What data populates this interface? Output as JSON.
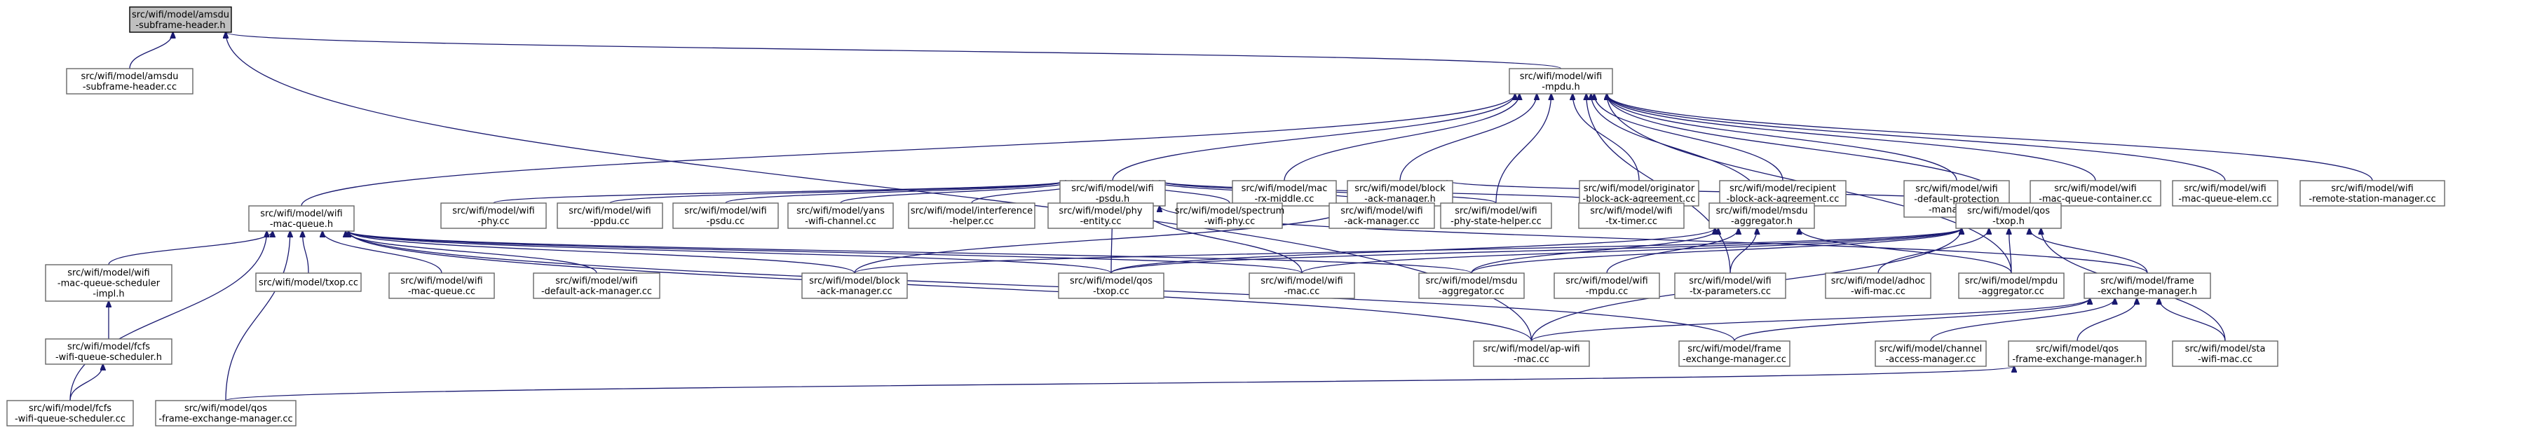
{
  "colors": {
    "edge": "#191970",
    "root_fill": "#bfbfbf",
    "node_fill": "#ffffff",
    "node_border": "#666666"
  },
  "nodes": [
    {
      "id": "n_amsdu_h",
      "label": [
        "src/wifi/model/amsdu",
        "-subframe-header.h"
      ]
    },
    {
      "id": "n_amsdu_cc",
      "label": [
        "src/wifi/model/amsdu",
        "-subframe-header.cc"
      ]
    },
    {
      "id": "n_mpdu_h",
      "label": [
        "src/wifi/model/wifi",
        "-mpdu.h"
      ]
    },
    {
      "id": "n_psdu_h",
      "label": [
        "src/wifi/model/wifi",
        "-psdu.h"
      ]
    },
    {
      "id": "n_mac_rx_middle",
      "label": [
        "src/wifi/model/mac",
        "-rx-middle.cc"
      ]
    },
    {
      "id": "n_block_ack_mgr_h",
      "label": [
        "src/wifi/model/block",
        "-ack-manager.h"
      ]
    },
    {
      "id": "n_originator",
      "label": [
        "src/wifi/model/originator",
        "-block-ack-agreement.cc"
      ]
    },
    {
      "id": "n_recipient",
      "label": [
        "src/wifi/model/recipient",
        "-block-ack-agreement.cc"
      ]
    },
    {
      "id": "n_default_protection",
      "label": [
        "src/wifi/model/wifi",
        "-default-protection",
        "-manager.cc"
      ]
    },
    {
      "id": "n_mac_queue_container",
      "label": [
        "src/wifi/model/wifi",
        "-mac-queue-container.cc"
      ]
    },
    {
      "id": "n_mac_queue_elem",
      "label": [
        "src/wifi/model/wifi",
        "-mac-queue-elem.cc"
      ]
    },
    {
      "id": "n_remote_station",
      "label": [
        "src/wifi/model/wifi",
        "-remote-station-manager.cc"
      ]
    },
    {
      "id": "n_mac_queue_h",
      "label": [
        "src/wifi/model/wifi",
        "-mac-queue.h"
      ]
    },
    {
      "id": "n_phy_cc",
      "label": [
        "src/wifi/model/wifi",
        "-phy.cc"
      ]
    },
    {
      "id": "n_ppdu_cc",
      "label": [
        "src/wifi/model/wifi",
        "-ppdu.cc"
      ]
    },
    {
      "id": "n_psdu_cc",
      "label": [
        "src/wifi/model/wifi",
        "-psdu.cc"
      ]
    },
    {
      "id": "n_yans",
      "label": [
        "src/wifi/model/yans",
        "-wifi-channel.cc"
      ]
    },
    {
      "id": "n_interference",
      "label": [
        "src/wifi/model/interference",
        "-helper.cc"
      ]
    },
    {
      "id": "n_phy_entity",
      "label": [
        "src/wifi/model/phy",
        "-entity.cc"
      ]
    },
    {
      "id": "n_spectrum",
      "label": [
        "src/wifi/model/spectrum",
        "-wifi-phy.cc"
      ]
    },
    {
      "id": "n_ack_mgr_cc",
      "label": [
        "src/wifi/model/wifi",
        "-ack-manager.cc"
      ]
    },
    {
      "id": "n_phy_state",
      "label": [
        "src/wifi/model/wifi",
        "-phy-state-helper.cc"
      ]
    },
    {
      "id": "n_tx_timer",
      "label": [
        "src/wifi/model/wifi",
        "-tx-timer.cc"
      ]
    },
    {
      "id": "n_msdu_agg_h",
      "label": [
        "src/wifi/model/msdu",
        "-aggregator.h"
      ]
    },
    {
      "id": "n_qos_txop_h",
      "label": [
        "src/wifi/model/qos",
        "-txop.h"
      ]
    },
    {
      "id": "n_mac_queue_sched_h",
      "label": [
        "src/wifi/model/wifi",
        "-mac-queue-scheduler",
        "-impl.h"
      ]
    },
    {
      "id": "n_txop_cc",
      "label": [
        "src/wifi/model/txop.cc"
      ]
    },
    {
      "id": "n_mac_queue_cc",
      "label": [
        "src/wifi/model/wifi",
        "-mac-queue.cc"
      ]
    },
    {
      "id": "n_default_ack",
      "label": [
        "src/wifi/model/wifi",
        "-default-ack-manager.cc"
      ]
    },
    {
      "id": "n_block_ack_cc",
      "label": [
        "src/wifi/model/block",
        "-ack-manager.cc"
      ]
    },
    {
      "id": "n_qos_txop_cc",
      "label": [
        "src/wifi/model/qos",
        "-txop.cc"
      ]
    },
    {
      "id": "n_wifi_mac_cc",
      "label": [
        "src/wifi/model/wifi",
        "-mac.cc"
      ]
    },
    {
      "id": "n_msdu_agg_cc",
      "label": [
        "src/wifi/model/msdu",
        "-aggregator.cc"
      ]
    },
    {
      "id": "n_wifi_mpdu_cc",
      "label": [
        "src/wifi/model/wifi",
        "-mpdu.cc"
      ]
    },
    {
      "id": "n_tx_params",
      "label": [
        "src/wifi/model/wifi",
        "-tx-parameters.cc"
      ]
    },
    {
      "id": "n_adhoc",
      "label": [
        "src/wifi/model/adhoc",
        "-wifi-mac.cc"
      ]
    },
    {
      "id": "n_mpdu_agg_cc",
      "label": [
        "src/wifi/model/mpdu",
        "-aggregator.cc"
      ]
    },
    {
      "id": "n_frame_exch_h",
      "label": [
        "src/wifi/model/frame",
        "-exchange-manager.h"
      ]
    },
    {
      "id": "n_fcfs_h",
      "label": [
        "src/wifi/model/fcfs",
        "-wifi-queue-scheduler.h"
      ]
    },
    {
      "id": "n_ap_wifi_mac",
      "label": [
        "src/wifi/model/ap-wifi",
        "-mac.cc"
      ]
    },
    {
      "id": "n_frame_exch_cc",
      "label": [
        "src/wifi/model/frame",
        "-exchange-manager.cc"
      ]
    },
    {
      "id": "n_channel_access",
      "label": [
        "src/wifi/model/channel",
        "-access-manager.cc"
      ]
    },
    {
      "id": "n_qos_frame_exch_h",
      "label": [
        "src/wifi/model/qos",
        "-frame-exchange-manager.h"
      ]
    },
    {
      "id": "n_sta_wifi_mac",
      "label": [
        "src/wifi/model/sta",
        "-wifi-mac.cc"
      ]
    },
    {
      "id": "n_fcfs_cc",
      "label": [
        "src/wifi/model/fcfs",
        "-wifi-queue-scheduler.cc"
      ]
    },
    {
      "id": "n_qos_frame_exch_cc",
      "label": [
        "src/wifi/model/qos",
        "-frame-exchange-manager.cc"
      ]
    }
  ],
  "edges": [
    [
      "n_amsdu_cc",
      "n_amsdu_h"
    ],
    [
      "n_mpdu_h",
      "n_amsdu_h"
    ],
    [
      "n_ap_wifi_mac",
      "n_amsdu_h"
    ],
    [
      "n_psdu_h",
      "n_mpdu_h"
    ],
    [
      "n_mac_rx_middle",
      "n_mpdu_h"
    ],
    [
      "n_block_ack_mgr_h",
      "n_mpdu_h"
    ],
    [
      "n_originator",
      "n_mpdu_h"
    ],
    [
      "n_recipient",
      "n_mpdu_h"
    ],
    [
      "n_default_protection",
      "n_mpdu_h"
    ],
    [
      "n_mac_queue_container",
      "n_mpdu_h"
    ],
    [
      "n_mac_queue_elem",
      "n_mpdu_h"
    ],
    [
      "n_remote_station",
      "n_mpdu_h"
    ],
    [
      "n_mac_queue_h",
      "n_mpdu_h"
    ],
    [
      "n_msdu_agg_h",
      "n_mpdu_h"
    ],
    [
      "n_qos_txop_h",
      "n_mpdu_h"
    ],
    [
      "n_mpdu_agg_cc",
      "n_mpdu_h"
    ],
    [
      "n_tx_params",
      "n_mpdu_h"
    ],
    [
      "n_phy_state",
      "n_mpdu_h"
    ],
    [
      "n_phy_cc",
      "n_psdu_h"
    ],
    [
      "n_ppdu_cc",
      "n_psdu_h"
    ],
    [
      "n_psdu_cc",
      "n_psdu_h"
    ],
    [
      "n_yans",
      "n_psdu_h"
    ],
    [
      "n_interference",
      "n_psdu_h"
    ],
    [
      "n_phy_entity",
      "n_psdu_h"
    ],
    [
      "n_spectrum",
      "n_psdu_h"
    ],
    [
      "n_ack_mgr_cc",
      "n_psdu_h"
    ],
    [
      "n_phy_state",
      "n_psdu_h"
    ],
    [
      "n_tx_timer",
      "n_psdu_h"
    ],
    [
      "n_qos_txop_cc",
      "n_psdu_h"
    ],
    [
      "n_wifi_mac_cc",
      "n_psdu_h"
    ],
    [
      "n_frame_exch_h",
      "n_psdu_h"
    ],
    [
      "n_block_ack_cc",
      "n_block_ack_mgr_h"
    ],
    [
      "n_qos_txop_h",
      "n_block_ack_mgr_h"
    ],
    [
      "n_txop_cc",
      "n_mac_queue_h"
    ],
    [
      "n_mac_queue_cc",
      "n_mac_queue_h"
    ],
    [
      "n_default_ack",
      "n_mac_queue_h"
    ],
    [
      "n_block_ack_cc",
      "n_mac_queue_h"
    ],
    [
      "n_qos_txop_cc",
      "n_mac_queue_h"
    ],
    [
      "n_wifi_mac_cc",
      "n_mac_queue_h"
    ],
    [
      "n_msdu_agg_cc",
      "n_mac_queue_h"
    ],
    [
      "n_ap_wifi_mac",
      "n_mac_queue_h"
    ],
    [
      "n_frame_exch_cc",
      "n_mac_queue_h"
    ],
    [
      "n_mac_queue_sched_h",
      "n_mac_queue_h"
    ],
    [
      "n_fcfs_cc",
      "n_mac_queue_h"
    ],
    [
      "n_qos_frame_exch_cc",
      "n_mac_queue_h"
    ],
    [
      "n_fcfs_h",
      "n_mac_queue_sched_h"
    ],
    [
      "n_fcfs_cc",
      "n_fcfs_h"
    ],
    [
      "n_msdu_agg_cc",
      "n_msdu_agg_h"
    ],
    [
      "n_wifi_mpdu_cc",
      "n_msdu_agg_h"
    ],
    [
      "n_tx_params",
      "n_msdu_agg_h"
    ],
    [
      "n_qos_txop_cc",
      "n_msdu_agg_h"
    ],
    [
      "n_mpdu_agg_cc",
      "n_msdu_agg_h"
    ],
    [
      "n_qos_txop_cc",
      "n_qos_txop_h"
    ],
    [
      "n_wifi_mac_cc",
      "n_qos_txop_h"
    ],
    [
      "n_block_ack_cc",
      "n_qos_txop_h"
    ],
    [
      "n_adhoc",
      "n_qos_txop_h"
    ],
    [
      "n_mpdu_agg_cc",
      "n_qos_txop_h"
    ],
    [
      "n_frame_exch_h",
      "n_qos_txop_h"
    ],
    [
      "n_ap_wifi_mac",
      "n_qos_txop_h"
    ],
    [
      "n_sta_wifi_mac",
      "n_qos_txop_h"
    ],
    [
      "n_msdu_agg_cc",
      "n_qos_txop_h"
    ],
    [
      "n_ap_wifi_mac",
      "n_frame_exch_h"
    ],
    [
      "n_frame_exch_cc",
      "n_frame_exch_h"
    ],
    [
      "n_channel_access",
      "n_frame_exch_h"
    ],
    [
      "n_qos_frame_exch_h",
      "n_frame_exch_h"
    ],
    [
      "n_sta_wifi_mac",
      "n_frame_exch_h"
    ],
    [
      "n_qos_frame_exch_cc",
      "n_qos_frame_exch_h"
    ]
  ]
}
